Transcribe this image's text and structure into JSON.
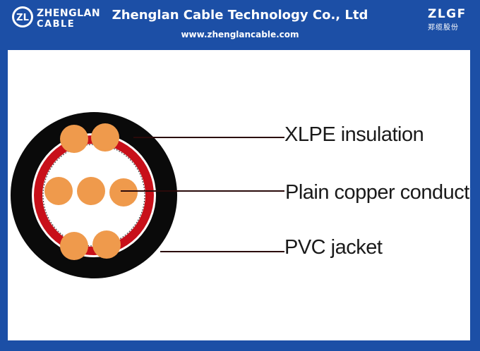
{
  "header": {
    "brand_line1": "ZHENGLAN",
    "brand_line2": "CABLE",
    "logo_mark": "ZL",
    "company_name": "Zhenglan Cable Technology Co., Ltd",
    "website": "www.zhenglancable.com",
    "right_brand": "ZLGF",
    "right_brand_cn": "郑缆股份"
  },
  "diagram": {
    "labels": {
      "insulation": "XLPE insulation",
      "conductor": "Plain copper conductor",
      "jacket": "PVC jacket"
    },
    "colors": {
      "background_band": "#1c4fa6",
      "jacket": "#0a0a0a",
      "insulation": "#c8101a",
      "copper": "#ef9a4c"
    }
  }
}
